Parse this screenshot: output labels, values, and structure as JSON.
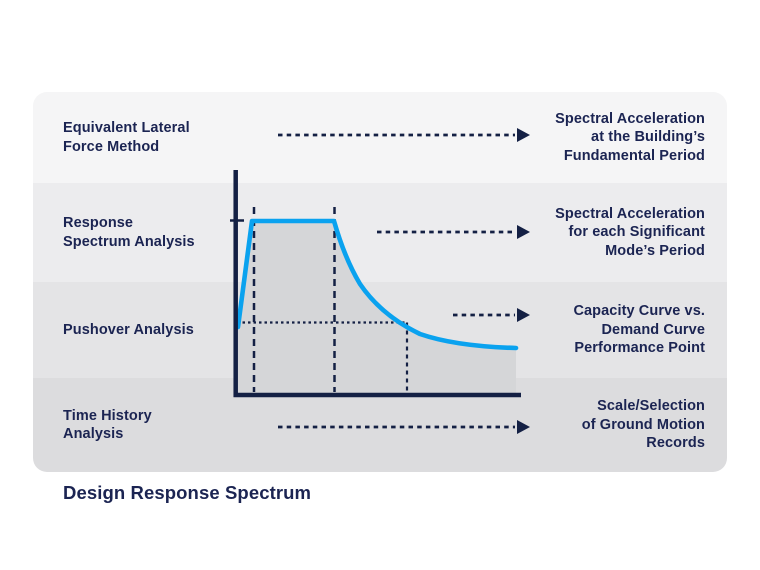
{
  "title": "Design Response Spectrum",
  "rows": [
    {
      "method": "Equivalent Lateral\nForce Method",
      "output": "Spectral Acceleration\nat the Building’s\nFundamental Period"
    },
    {
      "method": "Response\nSpectrum Analysis",
      "output": "Spectral Acceleration\nfor each Significant\nMode’s Period"
    },
    {
      "method": "Pushover Analysis",
      "output": "Capacity Curve vs.\nDemand Curve\nPerformance Point"
    },
    {
      "method": "Time History\nAnalysis",
      "output": "Scale/Selection\nof Ground Motion\nRecords"
    }
  ],
  "colors": {
    "navy": "#1b2452",
    "ink": "#142044",
    "blue": "#0aa2ef",
    "row1": "#f5f5f6",
    "row2": "#ececee",
    "row3": "#e4e4e6",
    "row4": "#dcdcde",
    "fillgray": "#d5d6d8",
    "bg": "#ffffff"
  },
  "chart_data": {
    "type": "line",
    "title": "Design Response Spectrum",
    "xlabel": "",
    "ylabel": "",
    "tick_labels_visible": false,
    "series": [
      {
        "name": "design response spectrum curve",
        "points_normalized_xy": [
          [
            0.01,
            0.39
          ],
          [
            0.06,
            1.0
          ],
          [
            0.35,
            1.0
          ],
          [
            0.61,
            0.42
          ],
          [
            1.0,
            0.27
          ]
        ],
        "shape": "steep linear rise, flat plateau between two dashed period bounds, hyperbolic decay to a long-period tail"
      }
    ],
    "annotations": [
      "dashed vertical guide lines at plateau start and end periods",
      "dotted horizontal + vertical reference lines meeting on the descending branch",
      "single tick on the vertical axis at the plateau acceleration level",
      "gray shaded area under the curve"
    ],
    "legend": "none",
    "grid": false
  }
}
